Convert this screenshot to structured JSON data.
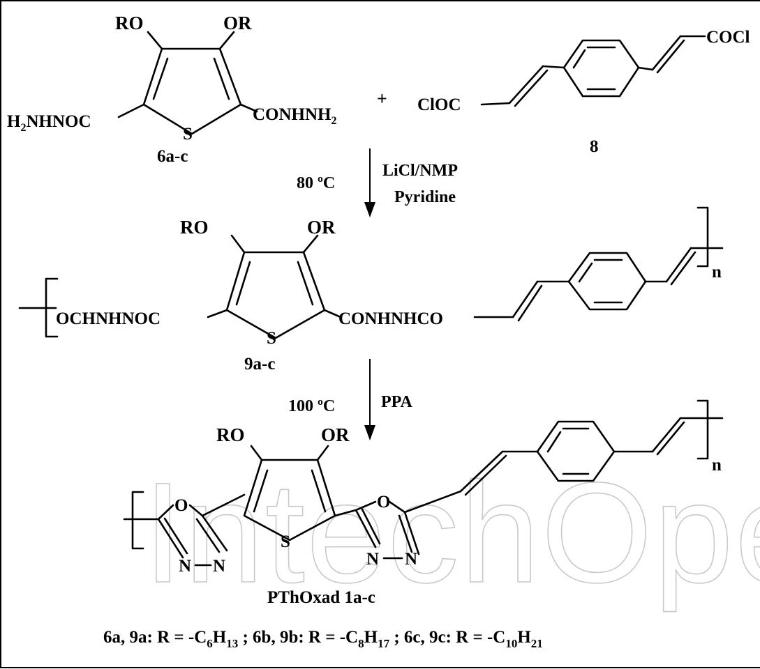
{
  "title": "",
  "watermark": "IntechOpen",
  "reaction1": {
    "substituent_left_top": "RO",
    "substituent_right_top": "OR",
    "left_group": "H2NHNOC",
    "right_group": "CONHNH2",
    "ring_atom": "S",
    "plus": "+",
    "acid_chloride_left": "ClOC",
    "acid_chloride_right": "COCl",
    "reactant1_label": "6a-c",
    "reactant2_label": "8"
  },
  "step1": {
    "temperature": "80 ºC",
    "reagent_line1": "LiCl/NMP",
    "reagent_line2": "Pyridine"
  },
  "intermediate": {
    "substituent_left_top": "RO",
    "substituent_right_top": "OR",
    "left_group": "OCHNHNOC",
    "right_group": "CONHNHCO",
    "ring_atom": "S",
    "repeat": "n",
    "label": "9a-c"
  },
  "step2": {
    "temperature": "100 ºC",
    "reagent": "PPA"
  },
  "product": {
    "substituent_left_top": "RO",
    "substituent_right_top": "OR",
    "oxadiazole_O": "O",
    "oxadiazole_N": "N",
    "ring_atom": "S",
    "repeat": "n",
    "label": "PThOxad 1a-c"
  },
  "footnote": "6a, 9a: R = -C6H13 ; 6b, 9b: R = -C8H17 ; 6c, 9c: R = -C10H21"
}
